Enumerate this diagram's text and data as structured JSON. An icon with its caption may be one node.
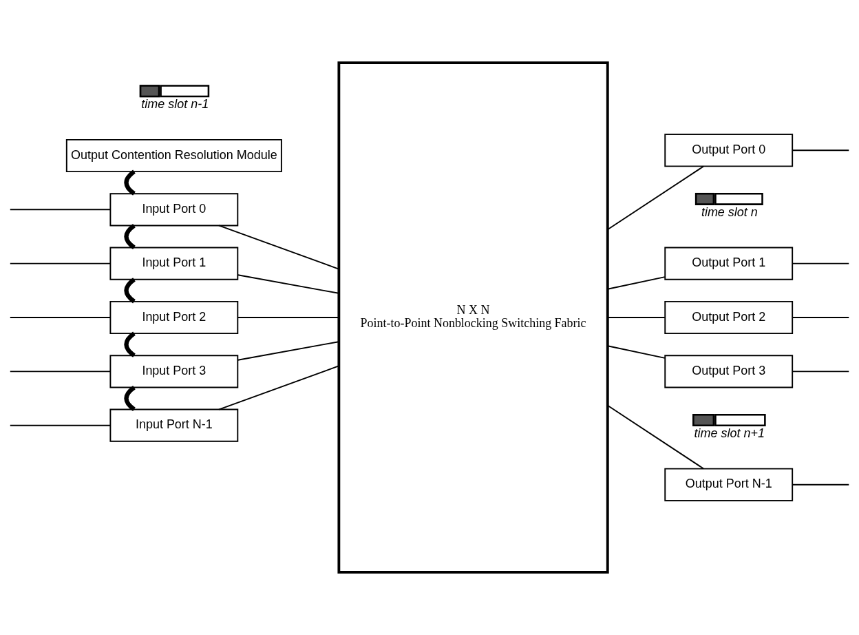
{
  "diagram": {
    "nodes": [
      {
        "text": [
          "Output Contention Resolution Module"
        ]
      },
      {
        "text": [
          "Input Port 0"
        ]
      },
      {
        "text": [
          "Input Port 1"
        ]
      },
      {
        "text": [
          "Input Port 2"
        ]
      },
      {
        "text": [
          "Input Port 3"
        ]
      },
      {
        "text": [
          "Input Port N-1"
        ]
      },
      {
        "text": [
          "N X N",
          "Point-to-Point Nonblocking Switching Fabric"
        ]
      },
      {
        "text": [
          "Output Port 0"
        ]
      },
      {
        "text": [
          "Output Port 1"
        ]
      },
      {
        "text": [
          "Output Port 2"
        ]
      },
      {
        "text": [
          "Output Port 3"
        ]
      },
      {
        "text": [
          "Output Port N-1"
        ]
      },
      {
        "text": [],
        "shape": "bar",
        "beside": [
          "time slot n-1"
        ]
      },
      {
        "text": [],
        "shape": "bar",
        "beside": [
          "time slot n"
        ]
      },
      {
        "text": [],
        "shape": "bar",
        "beside": [
          "time slot n+1"
        ]
      }
    ],
    "edges": [
      {
        "from": 0,
        "to": 1,
        "arrow": "none",
        "style": "thick"
      },
      {
        "from": 1,
        "to": 2,
        "arrow": "none",
        "style": "thick"
      },
      {
        "from": 2,
        "to": 3,
        "arrow": "none",
        "style": "thick"
      },
      {
        "from": 3,
        "to": 4,
        "arrow": "none",
        "style": "thick"
      },
      {
        "from": 4,
        "to": 5,
        "arrow": "none",
        "style": "thick"
      },
      {
        "from": null,
        "to": 1,
        "arrow": "none"
      },
      {
        "from": null,
        "to": 2,
        "arrow": "none"
      },
      {
        "from": null,
        "to": 3,
        "arrow": "none"
      },
      {
        "from": null,
        "to": 4,
        "arrow": "none"
      },
      {
        "from": null,
        "to": 5,
        "arrow": "none"
      },
      {
        "from": 1,
        "to": 6,
        "arrow": "none"
      },
      {
        "from": 2,
        "to": 6,
        "arrow": "none"
      },
      {
        "from": 3,
        "to": 6,
        "arrow": "none"
      },
      {
        "from": 4,
        "to": 6,
        "arrow": "none"
      },
      {
        "from": 5,
        "to": 6,
        "arrow": "none"
      },
      {
        "from": 6,
        "to": 7,
        "arrow": "none"
      },
      {
        "from": 6,
        "to": 8,
        "arrow": "none"
      },
      {
        "from": 6,
        "to": 9,
        "arrow": "none"
      },
      {
        "from": 6,
        "to": 10,
        "arrow": "none"
      },
      {
        "from": 6,
        "to": 11,
        "arrow": "none"
      },
      {
        "from": 7,
        "to": null,
        "arrow": "none"
      },
      {
        "from": 8,
        "to": null,
        "arrow": "none"
      },
      {
        "from": 9,
        "to": null,
        "arrow": "none"
      },
      {
        "from": 10,
        "to": null,
        "arrow": "none"
      },
      {
        "from": 11,
        "to": null,
        "arrow": "none"
      }
    ]
  }
}
